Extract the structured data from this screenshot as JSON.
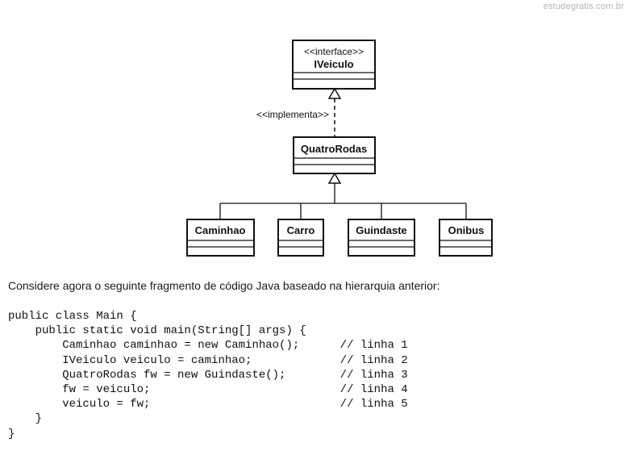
{
  "watermark": "estudegratis.com.br",
  "diagram": {
    "interface": {
      "stereotype": "<<interface>>",
      "name": "IVeiculo"
    },
    "relation_label": "<<implementa>>",
    "abstract_class": {
      "name": "QuatroRodas"
    },
    "subclasses": [
      "Caminhao",
      "Carro",
      "Guindaste",
      "Onibus"
    ]
  },
  "intro_text": "Considere agora o seguinte fragmento de código Java baseado na hierarquia anterior:",
  "code_lines": [
    "public class Main {",
    "    public static void main(String[] args) {",
    "        Caminhao caminhao = new Caminhao();      // linha 1",
    "        IVeiculo veiculo = caminhao;             // linha 2",
    "        QuatroRodas fw = new Guindaste();        // linha 3",
    "        fw = veiculo;                            // linha 4",
    "        veiculo = fw;                            // linha 5",
    "    }",
    "}"
  ]
}
